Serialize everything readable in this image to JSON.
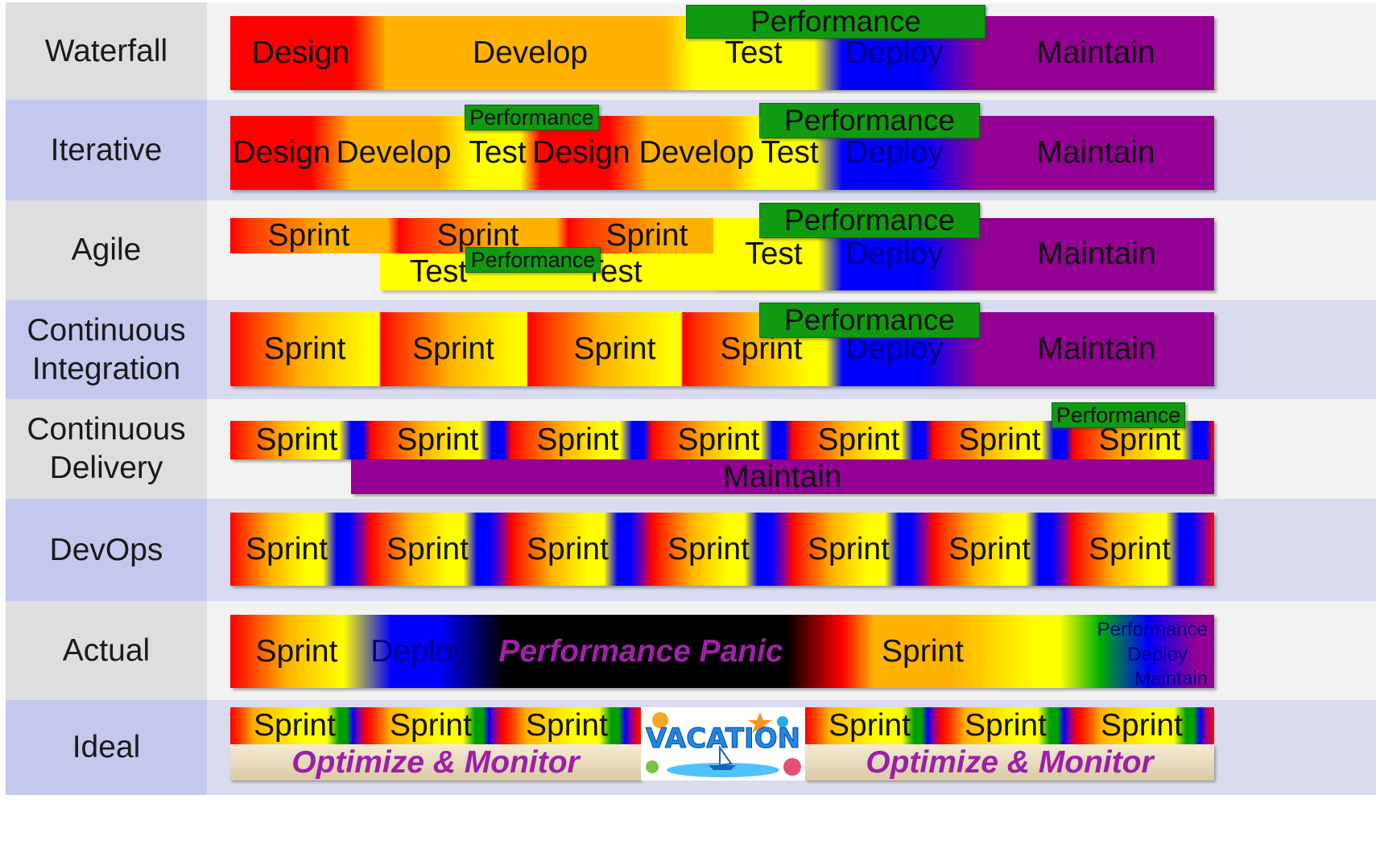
{
  "colors": {
    "design": "#ff0000",
    "develop": "#ffb300",
    "test": "#ffff00",
    "deploy": "#0000ff",
    "maintain": "#930093",
    "performance": "#109a10",
    "panic_text": "#a020a8"
  },
  "rows": [
    {
      "label": "Waterfall",
      "segments": [
        "Design",
        "Develop",
        "Test",
        "Deploy",
        "Maintain"
      ],
      "performance": "Performance"
    },
    {
      "label": "Iterative",
      "segments": [
        "Design",
        "Develop",
        "Test",
        "Design",
        "Develop",
        "Test",
        "Deploy",
        "Maintain"
      ],
      "performance": [
        "Performance",
        "Performance"
      ]
    },
    {
      "label": "Agile",
      "segments": [
        "Sprint",
        "Sprint",
        "Sprint",
        "Test",
        "Test",
        "Test",
        "Deploy",
        "Maintain"
      ],
      "performance": [
        "Performance",
        "Performance"
      ]
    },
    {
      "label": "Continuous\nIntegration",
      "segments": [
        "Sprint",
        "Sprint",
        "Sprint",
        "Sprint",
        "Deploy",
        "Maintain"
      ],
      "performance": "Performance"
    },
    {
      "label": "Continuous\nDelivery",
      "segments": [
        "Sprint",
        "Sprint",
        "Sprint",
        "Sprint",
        "Sprint",
        "Sprint",
        "Sprint",
        "Maintain"
      ],
      "performance": "Performance"
    },
    {
      "label": "DevOps",
      "segments": [
        "Sprint",
        "Sprint",
        "Sprint",
        "Sprint",
        "Sprint",
        "Sprint",
        "Sprint"
      ]
    },
    {
      "label": "Actual",
      "segments": [
        "Sprint",
        "Deploy",
        "Performance Panic",
        "Sprint"
      ],
      "tail": [
        "Performance",
        "Deploy",
        "Maintain"
      ]
    },
    {
      "label": "Ideal",
      "segments": [
        "Sprint",
        "Sprint",
        "Sprint",
        "Sprint",
        "Sprint",
        "Sprint"
      ],
      "optimize": [
        "Optimize & Monitor",
        "Optimize & Monitor"
      ],
      "badge": "VACATION"
    }
  ]
}
